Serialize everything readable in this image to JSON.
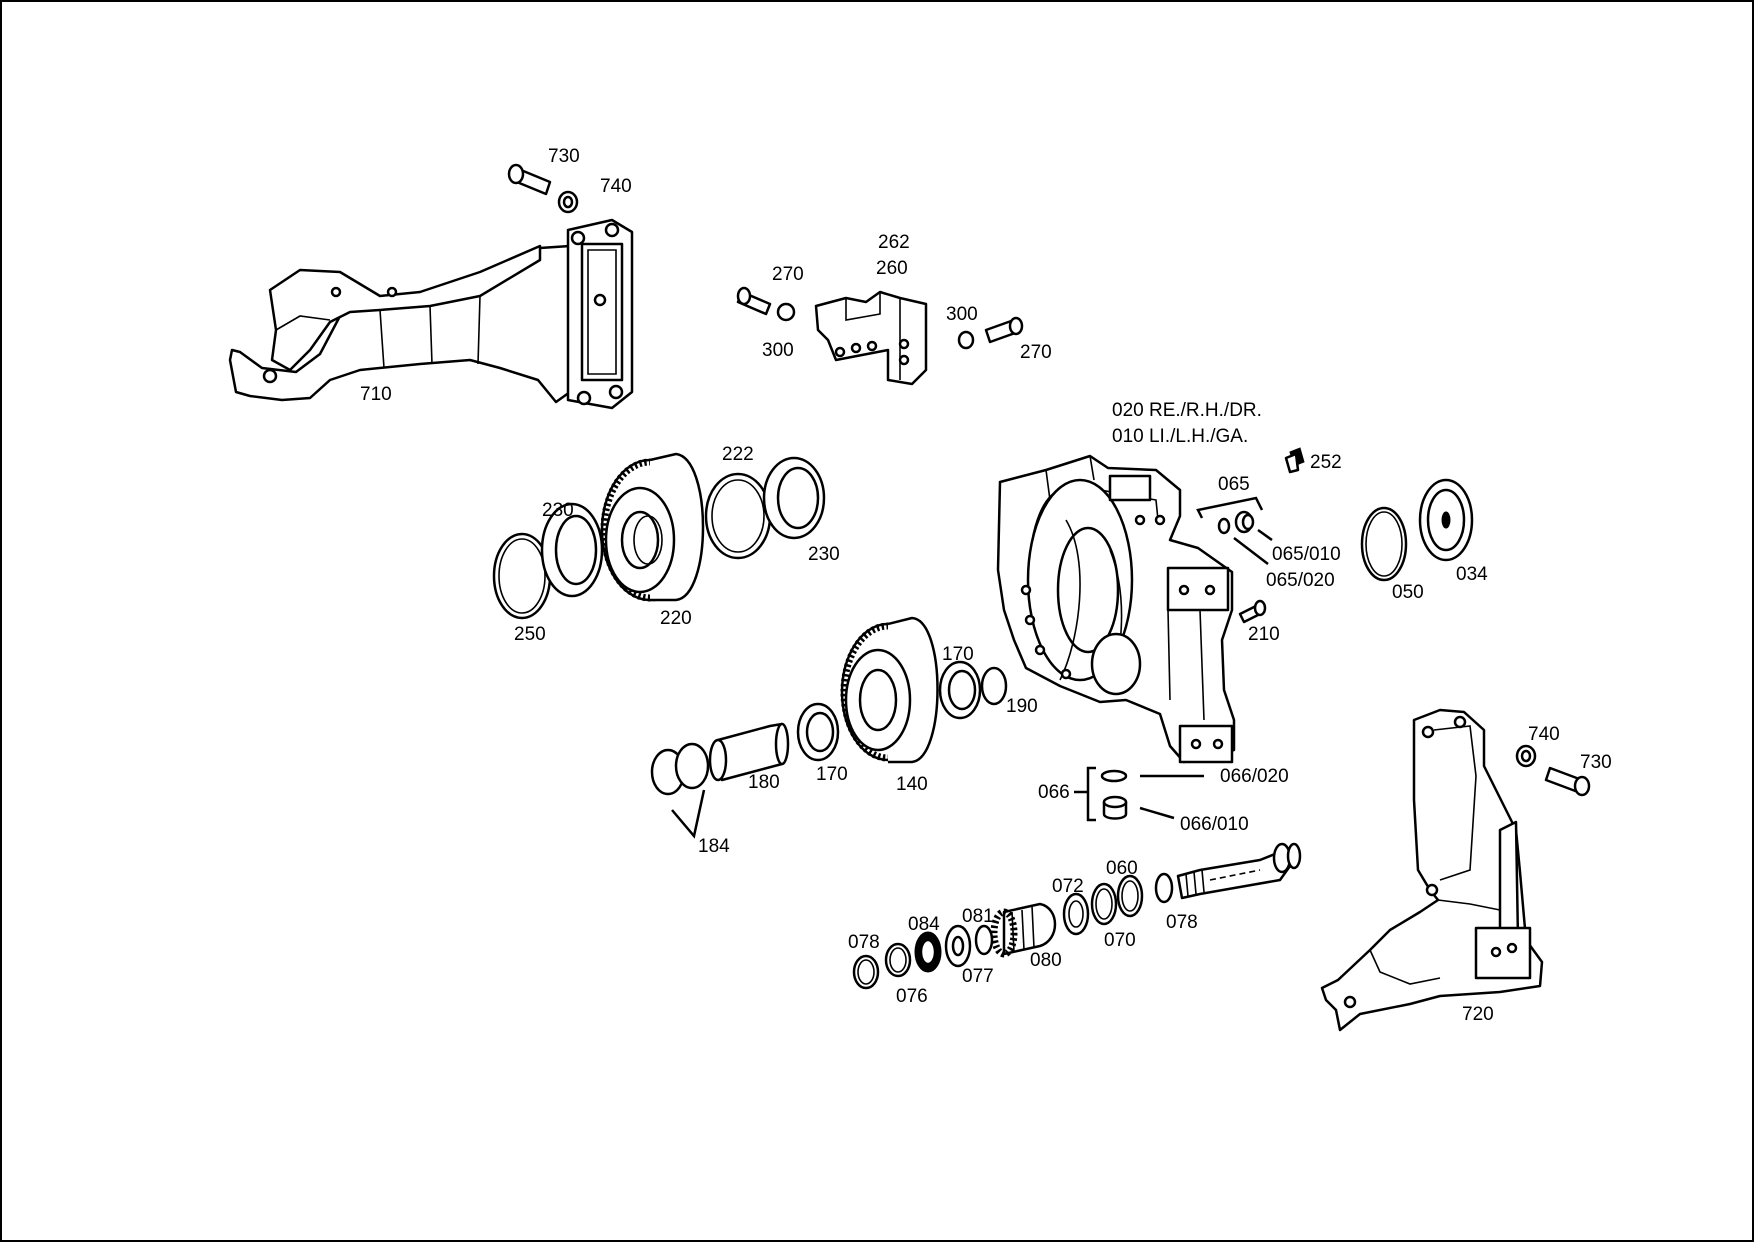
{
  "colors": {
    "line": "#000000",
    "background": "#ffffff"
  },
  "housing_labels": [
    "020 RE./R.H./DR.",
    "010 LI./L.H./GA."
  ],
  "labels": {
    "p730a": "730",
    "p740a": "740",
    "p710": "710",
    "p262": "262",
    "p260": "260",
    "p270a": "270",
    "p300a": "300",
    "p300b": "300",
    "p270b": "270",
    "p222": "222",
    "p230a": "230",
    "p230b": "230",
    "p250": "250",
    "p220": "220",
    "p252": "252",
    "p065": "065",
    "p065_010": "065/010",
    "p065_020": "065/020",
    "p050": "050",
    "p034": "034",
    "p210": "210",
    "p170a": "170",
    "p190": "190",
    "p180": "180",
    "p170b": "170",
    "p140": "140",
    "p184": "184",
    "p066": "066",
    "p066_020": "066/020",
    "p066_010": "066/010",
    "p740b": "740",
    "p730b": "730",
    "p720": "720",
    "p072": "072",
    "p060": "060",
    "p078a": "078",
    "p081": "081",
    "p084": "084",
    "p078b": "078",
    "p080": "080",
    "p070": "070",
    "p077": "077",
    "p076": "076"
  }
}
